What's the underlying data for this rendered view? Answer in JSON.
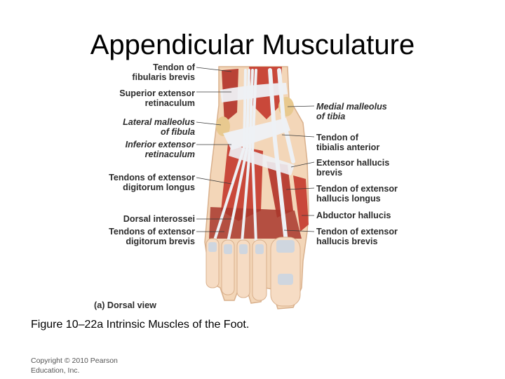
{
  "slide": {
    "title": "Appendicular Musculature",
    "caption": "Figure 10–22a Intrinsic Muscles of the Foot.",
    "copyright": "Copyright © 2010 Pearson Education, Inc."
  },
  "figure": {
    "view_label": "(a) Dorsal view",
    "labels_left": [
      {
        "line1": "Tendon of",
        "line2": "fibularis brevis",
        "italic": false
      },
      {
        "line1": "Superior extensor",
        "line2": "retinaculum",
        "italic": false
      },
      {
        "line1": "Lateral malleolus",
        "line2": "of fibula",
        "italic": true
      },
      {
        "line1": "Inferior extensor",
        "line2": "retinaculum",
        "italic": true
      },
      {
        "line1": "Tendons of extensor",
        "line2": "digitorum longus",
        "italic": false
      },
      {
        "line1": "Dorsal interossei",
        "line2": "",
        "italic": false
      },
      {
        "line1": "Tendons of extensor",
        "line2": "digitorum brevis",
        "italic": false
      }
    ],
    "labels_right": [
      {
        "line1": "Medial malleolus",
        "line2": "of tibia",
        "italic": true
      },
      {
        "line1": "Tendon of",
        "line2": "tibialis anterior",
        "italic": false
      },
      {
        "line1": "Extensor hallucis",
        "line2": "brevis",
        "italic": false
      },
      {
        "line1": "Tendon of extensor",
        "line2": "hallucis longus",
        "italic": false
      },
      {
        "line1": "Abductor hallucis",
        "line2": "",
        "italic": false
      },
      {
        "line1": "Tendon of extensor",
        "line2": "hallucis brevis",
        "italic": false
      }
    ],
    "colors": {
      "skin": "#f3d6b8",
      "muscle": "#c9483a",
      "muscle_dark": "#a8372c",
      "tendon": "#eef1f5",
      "bone": "#e8c98f",
      "label_text": "#2b2b2b"
    }
  }
}
